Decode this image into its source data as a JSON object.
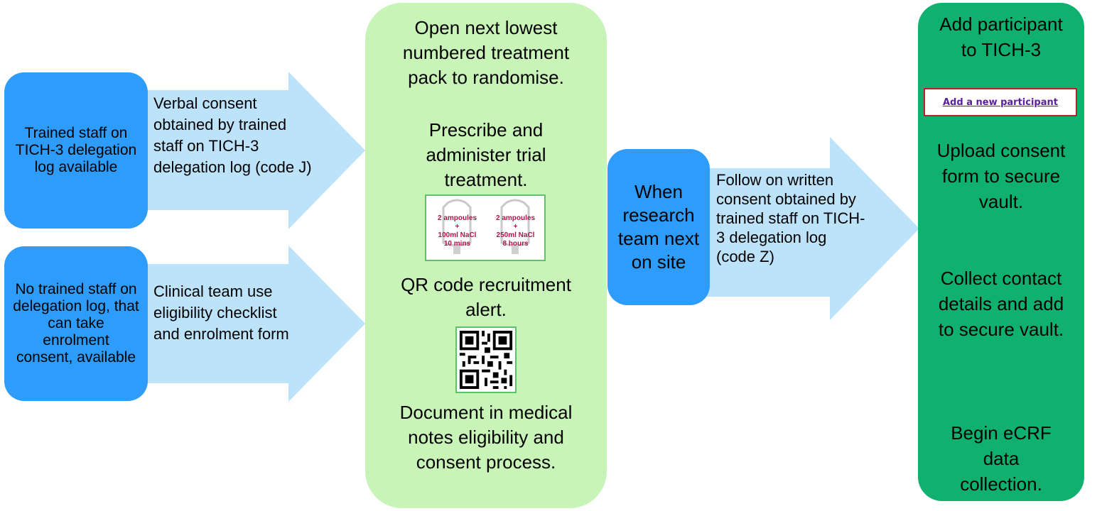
{
  "boxes": {
    "trained_staff": "Trained staff on TICH-3 delegation log available",
    "no_trained_staff": "No trained staff on delegation log, that can take enrolment consent, available",
    "research_team": "When research team next on site"
  },
  "arrows": {
    "verbal_consent": "Verbal consent obtained by trained staff on TICH-3 delegation log (code J)",
    "clinical_team": "Clinical team use eligibility checklist and enrolment form",
    "written_consent": "Follow on written consent obtained by trained staff on TICH-3 delegation log (code Z)"
  },
  "center": {
    "open_pack": "Open next lowest numbered treatment pack to randomise.",
    "prescribe": "Prescribe and administer trial treatment.",
    "qr_alert": "QR code recruitment alert.",
    "document": "Document in medical notes eligibility and consent process.",
    "bag_left": {
      "line1": "2 ampoules",
      "line2": "+",
      "line3": "100ml NaCl",
      "line4": "10 mins"
    },
    "bag_right": {
      "line1": "2 ampoules",
      "line2": "+",
      "line3": "250ml NaCl",
      "line4": "8 hours"
    }
  },
  "right": {
    "add_participant": "Add participant to TICH-3",
    "link_label": "Add a new participant",
    "upload": "Upload consent form to secure vault.",
    "collect": "Collect contact details and add to secure vault.",
    "begin": "Begin eCRF data collection."
  },
  "colors": {
    "blue_box": "#2d9cfa",
    "arrow": "#bde3fb",
    "center_panel": "#c9f4b8",
    "right_panel": "#10b16e"
  }
}
